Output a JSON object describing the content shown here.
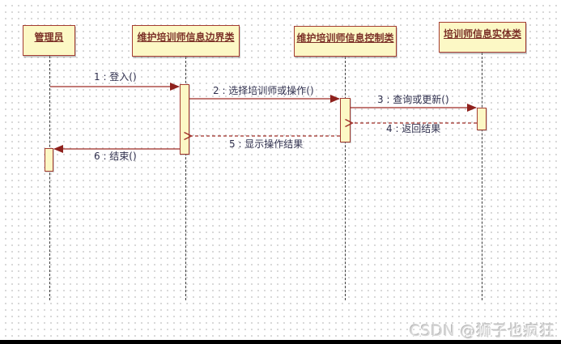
{
  "diagram": {
    "type": "uml-sequence-diagram",
    "lifelines": [
      {
        "id": "actor",
        "label": "管理员"
      },
      {
        "id": "boundary",
        "label": "维护培训师信息边界类"
      },
      {
        "id": "control",
        "label": "维护培训师信息控制类"
      },
      {
        "id": "entity",
        "label": "培训师信息实体类"
      }
    ],
    "messages": [
      {
        "label": "1 : 登入()",
        "from": "管理员",
        "to": "维护培训师信息边界类",
        "line": "solid",
        "arrow": "filled"
      },
      {
        "label": "2 : 选择培训师或操作()",
        "from": "维护培训师信息边界类",
        "to": "维护培训师信息控制类",
        "line": "solid",
        "arrow": "filled"
      },
      {
        "label": "3 : 查询或更新()",
        "from": "维护培训师信息控制类",
        "to": "培训师信息实体类",
        "line": "solid",
        "arrow": "filled"
      },
      {
        "label": "4 : 返回结果",
        "from": "培训师信息实体类",
        "to": "维护培训师信息控制类",
        "line": "dashed",
        "arrow": "open"
      },
      {
        "label": "5 : 显示操作结果",
        "from": "维护培训师信息控制类",
        "to": "维护培训师信息边界类",
        "line": "dashed",
        "arrow": "open"
      },
      {
        "label": "6 : 结束()",
        "from": "维护培训师信息边界类",
        "to": "管理员",
        "line": "solid",
        "arrow": "filled"
      }
    ]
  },
  "watermark": "CSDN @狮子也疯狂",
  "colors": {
    "box_fill": "#fcf8c5",
    "box_border": "#a43c32",
    "box_title": "#7c3128",
    "message_line": "#9e2b25",
    "message_text": "#30304e",
    "lifeline": "#3a3a3a",
    "background": "#ffffff",
    "grid_dot": "#cfcfcf",
    "watermark": "#d9d9d9",
    "bottom_bar": "#000000"
  }
}
